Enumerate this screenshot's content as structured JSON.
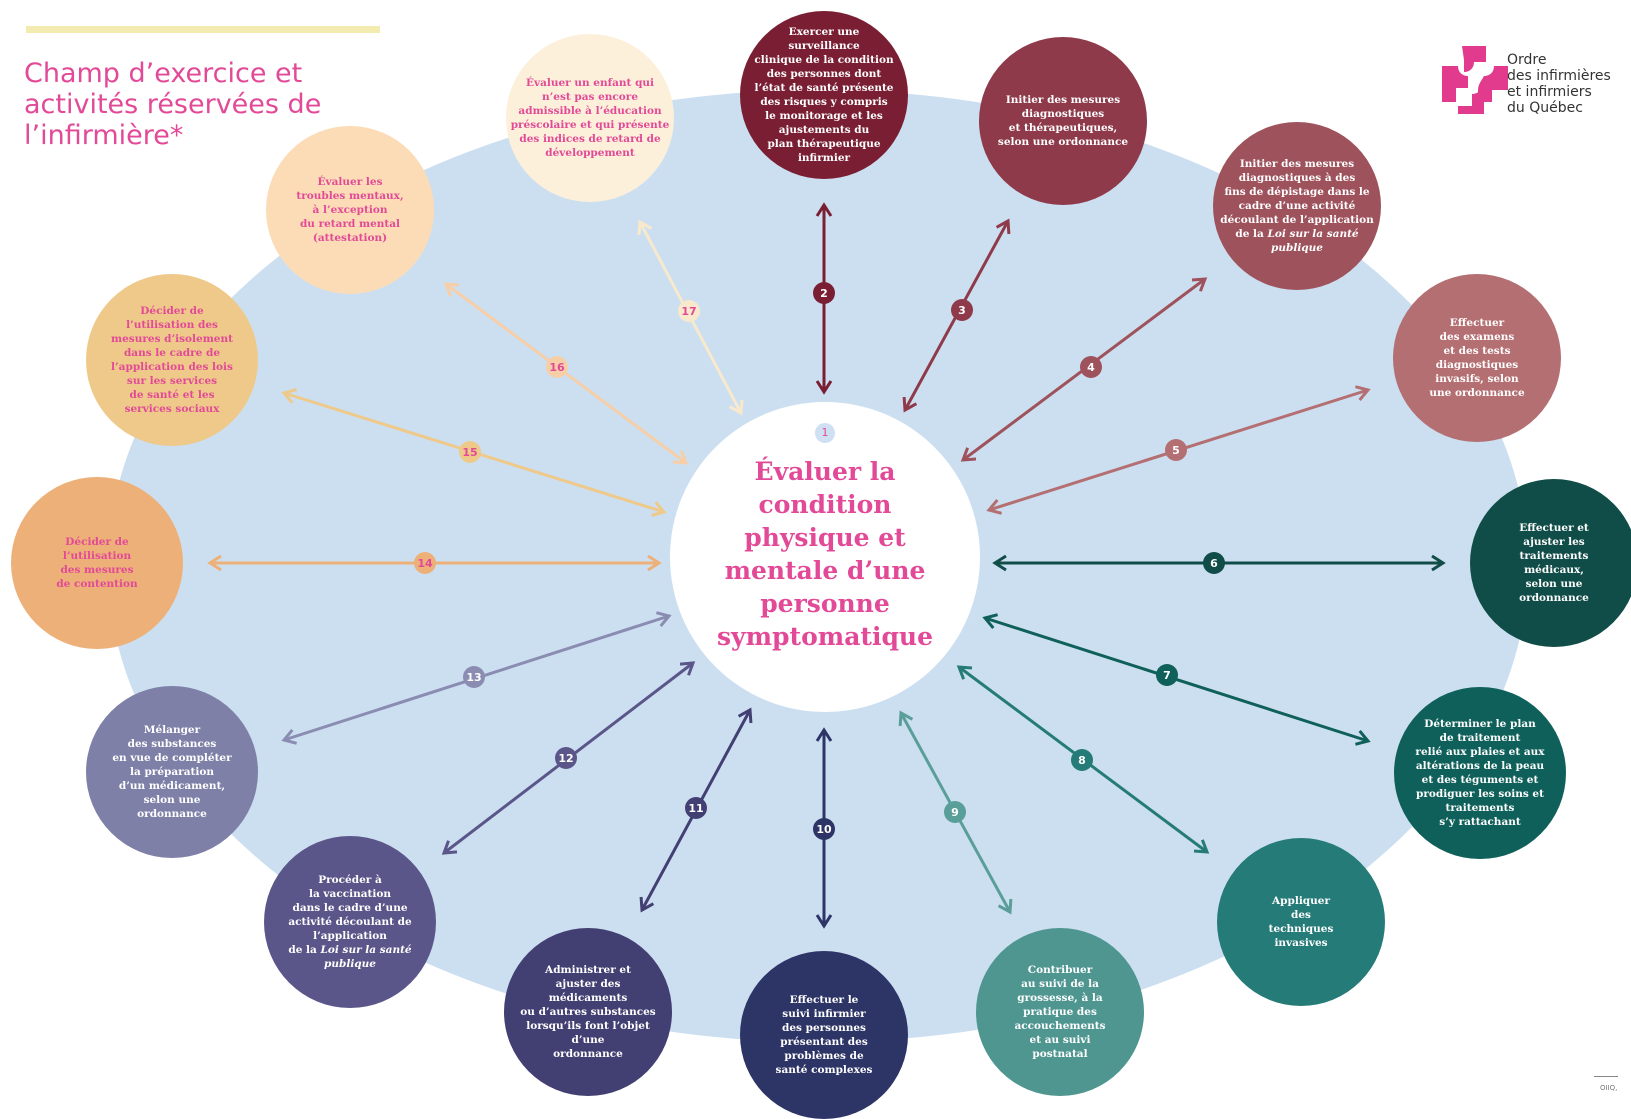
{
  "title": {
    "lines": [
      "Champ d’exercice et",
      "activités réservées de",
      "l’infirmière*"
    ]
  },
  "logo": {
    "lines": [
      "Ordre",
      "des infirmières",
      "et infirmiers",
      "du Québec"
    ],
    "color": "#e23b8e"
  },
  "center": {
    "number": "1",
    "lines": [
      "Évaluer la",
      "condition",
      "physique et",
      "mentale d’une",
      "personne",
      "symptomatique"
    ]
  },
  "activities": [
    {
      "number": "2",
      "color": "#7a1f33",
      "text_color": "#ffffff",
      "arrow_color": "#7a1f33",
      "badge_color": "#7a1f33",
      "badge_text": "#ffffff",
      "lines": [
        "Exercer une",
        "surveillance",
        "clinique de la condition",
        "des personnes dont",
        "l’état de santé présente",
        "des risques y compris",
        "le monitorage et les",
        "ajustements du",
        "plan thérapeutique",
        "infirmier"
      ]
    },
    {
      "number": "3",
      "color": "#8e3a4a",
      "text_color": "#ffffff",
      "arrow_color": "#8e3a4a",
      "badge_color": "#8e3a4a",
      "badge_text": "#ffffff",
      "lines": [
        "Initier des mesures",
        "diagnostiques",
        "et thérapeutiques,",
        "selon une ordonnance"
      ]
    },
    {
      "number": "4",
      "color": "#9e525c",
      "text_color": "#ffffff",
      "arrow_color": "#9e525c",
      "badge_color": "#9e525c",
      "badge_text": "#ffffff",
      "lines": [
        "Initier des mesures",
        "diagnostiques à des",
        "fins de dépistage dans le",
        "cadre d’une activité",
        "découlant de l’application",
        "de la |Loi sur la santé|",
        "|publique|"
      ]
    },
    {
      "number": "5",
      "color": "#b46f72",
      "text_color": "#ffffff",
      "arrow_color": "#b46f72",
      "badge_color": "#b46f72",
      "badge_text": "#ffffff",
      "lines": [
        "Effectuer",
        "des examens",
        "et des tests",
        "diagnostiques",
        "invasifs, selon",
        "une ordonnance"
      ]
    },
    {
      "number": "6",
      "color": "#104c48",
      "text_color": "#ffffff",
      "arrow_color": "#104c48",
      "badge_color": "#104c48",
      "badge_text": "#ffffff",
      "lines": [
        "Effectuer et",
        "ajuster les",
        "traitements",
        "médicaux,",
        "selon une",
        "ordonnance"
      ]
    },
    {
      "number": "7",
      "color": "#0f605a",
      "text_color": "#ffffff",
      "arrow_color": "#0f605a",
      "badge_color": "#0f605a",
      "badge_text": "#ffffff",
      "lines": [
        "Déterminer le plan",
        "de traitement",
        "relié aux plaies et aux",
        "altérations de la peau",
        "et des téguments et",
        "prodiguer les soins et",
        "traitements",
        "s’y rattachant"
      ]
    },
    {
      "number": "8",
      "color": "#257b77",
      "text_color": "#ffffff",
      "arrow_color": "#257b77",
      "badge_color": "#257b77",
      "badge_text": "#ffffff",
      "lines": [
        "Appliquer",
        "des",
        "techniques",
        "invasives"
      ]
    },
    {
      "number": "9",
      "color": "#4f9691",
      "text_color": "#ffffff",
      "arrow_color": "#5a9e99",
      "badge_color": "#5a9e99",
      "badge_text": "#ffffff",
      "lines": [
        "Contribuer",
        "au suivi de la",
        "grossesse, à la",
        "pratique des",
        "accouchements",
        "et au suivi",
        "postnatal"
      ]
    },
    {
      "number": "10",
      "color": "#2d3466",
      "text_color": "#ffffff",
      "arrow_color": "#2d3466",
      "badge_color": "#2d3466",
      "badge_text": "#ffffff",
      "lines": [
        "Effectuer le",
        "suivi infirmier",
        "des personnes",
        "présentant des",
        "problèmes de",
        "santé complexes"
      ]
    },
    {
      "number": "11",
      "color": "#423f72",
      "text_color": "#ffffff",
      "arrow_color": "#423f72",
      "badge_color": "#423f72",
      "badge_text": "#ffffff",
      "lines": [
        "Administrer et",
        "ajuster des",
        "médicaments",
        "ou d’autres substances",
        "lorsqu’ils font l’objet",
        "d’une",
        "ordonnance"
      ]
    },
    {
      "number": "12",
      "color": "#5a5689",
      "text_color": "#ffffff",
      "arrow_color": "#5a5689",
      "badge_color": "#5a5689",
      "badge_text": "#ffffff",
      "lines": [
        "Procéder à",
        "la vaccination",
        "dans le cadre d’une",
        "activité découlant de",
        "l’application",
        "de la |Loi sur la santé|",
        "|publique|"
      ]
    },
    {
      "number": "13",
      "color": "#7f80a8",
      "text_color": "#ffffff",
      "arrow_color": "#8a8cb2",
      "badge_color": "#8a8cb2",
      "badge_text": "#ffffff",
      "lines": [
        "Mélanger",
        "des substances",
        "en vue de compléter",
        "la préparation",
        "d’un médicament,",
        "selon une",
        "ordonnance"
      ]
    },
    {
      "number": "14",
      "color": "#ecb078",
      "text_color": "#e24a97",
      "arrow_color": "#ecb078",
      "badge_color": "#ecb078",
      "badge_text": "#e24a97",
      "lines": [
        "Décider de",
        "l’utilisation",
        "des mesures",
        "de contention"
      ]
    },
    {
      "number": "15",
      "color": "#eec98a",
      "text_color": "#e24a97",
      "arrow_color": "#eec98a",
      "badge_color": "#eec98a",
      "badge_text": "#e24a97",
      "lines": [
        "Décider de",
        "l’utilisation des",
        "mesures d’isolement",
        "dans le cadre de",
        "l’application des lois",
        "sur les services",
        "de santé et les",
        "services sociaux"
      ]
    },
    {
      "number": "16",
      "color": "#fcdcb6",
      "text_color": "#e24a97",
      "arrow_color": "#f6cfa8",
      "badge_color": "#f6cfa8",
      "badge_text": "#e24a97",
      "lines": [
        "Évaluer les",
        "troubles mentaux,",
        "à l’exception",
        "du retard mental",
        "(attestation)"
      ]
    },
    {
      "number": "17",
      "color": "#fdf0da",
      "text_color": "#e24a97",
      "arrow_color": "#f8e9cc",
      "badge_color": "#f8e9cc",
      "badge_text": "#e24a97",
      "lines": [
        "Évaluer un enfant qui",
        "n’est pas encore",
        "admissible à l’éducation",
        "préscolaire et qui présente",
        "des indices de retard de",
        "développement"
      ]
    }
  ],
  "footer": "OIIQ,"
}
